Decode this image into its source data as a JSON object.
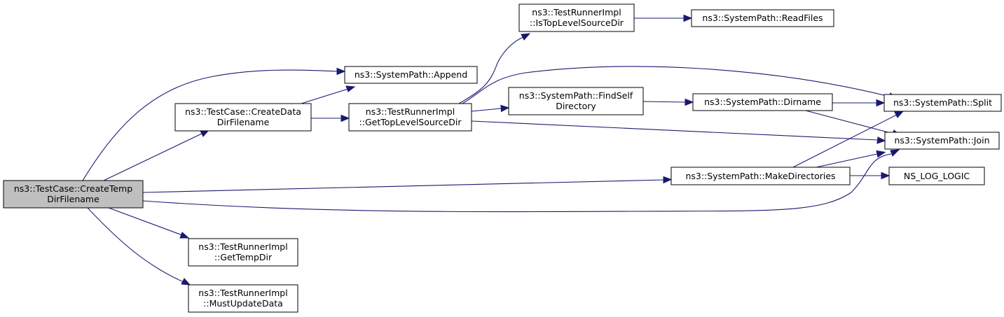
{
  "colors": {
    "edge": "#191970",
    "root_fill": "#bfbfbf",
    "node_fill": "#ffffff",
    "border": "#000000"
  },
  "nodes": {
    "root": {
      "line1": "ns3::TestCase::CreateTemp",
      "line2": "DirFilename"
    },
    "append": {
      "line1": "ns3::SystemPath::Append"
    },
    "createdata": {
      "line1": "ns3::TestCase::CreateData",
      "line2": "DirFilename"
    },
    "gettoplevel": {
      "line1": "ns3::TestRunnerImpl",
      "line2": "::GetTopLevelSourceDir"
    },
    "istoplevel": {
      "line1": "ns3::TestRunnerImpl",
      "line2": "::IsTopLevelSourceDir"
    },
    "readfiles": {
      "line1": "ns3::SystemPath::ReadFiles"
    },
    "findself": {
      "line1": "ns3::SystemPath::FindSelf",
      "line2": "Directory"
    },
    "dirname": {
      "line1": "ns3::SystemPath::Dirname"
    },
    "split": {
      "line1": "ns3::SystemPath::Split"
    },
    "join": {
      "line1": "ns3::SystemPath::Join"
    },
    "makedirs": {
      "line1": "ns3::SystemPath::MakeDirectories"
    },
    "nslog": {
      "line1": "NS_LOG_LOGIC"
    },
    "gettempdir": {
      "line1": "ns3::TestRunnerImpl",
      "line2": "::GetTempDir"
    },
    "mustupdate": {
      "line1": "ns3::TestRunnerImpl",
      "line2": "::MustUpdateData"
    }
  }
}
